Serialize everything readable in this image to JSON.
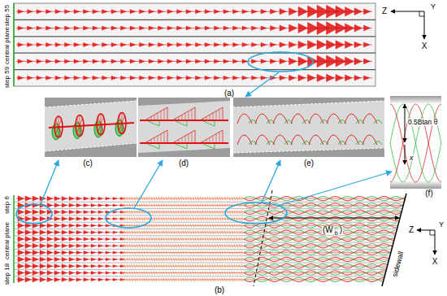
{
  "diagram": {
    "labels": [
      "step 55",
      "central plane",
      "step 59",
      "(a)",
      "Z",
      "Y",
      "X",
      "(c)",
      "(d)",
      "(e)",
      "0.5Btan θ",
      "x",
      "(f)",
      "step 6",
      "central plane",
      "step 18",
      "(W",
      "b",
      ")",
      "sidewall",
      "(b)",
      "Z",
      "Y",
      "X"
    ]
  }
}
